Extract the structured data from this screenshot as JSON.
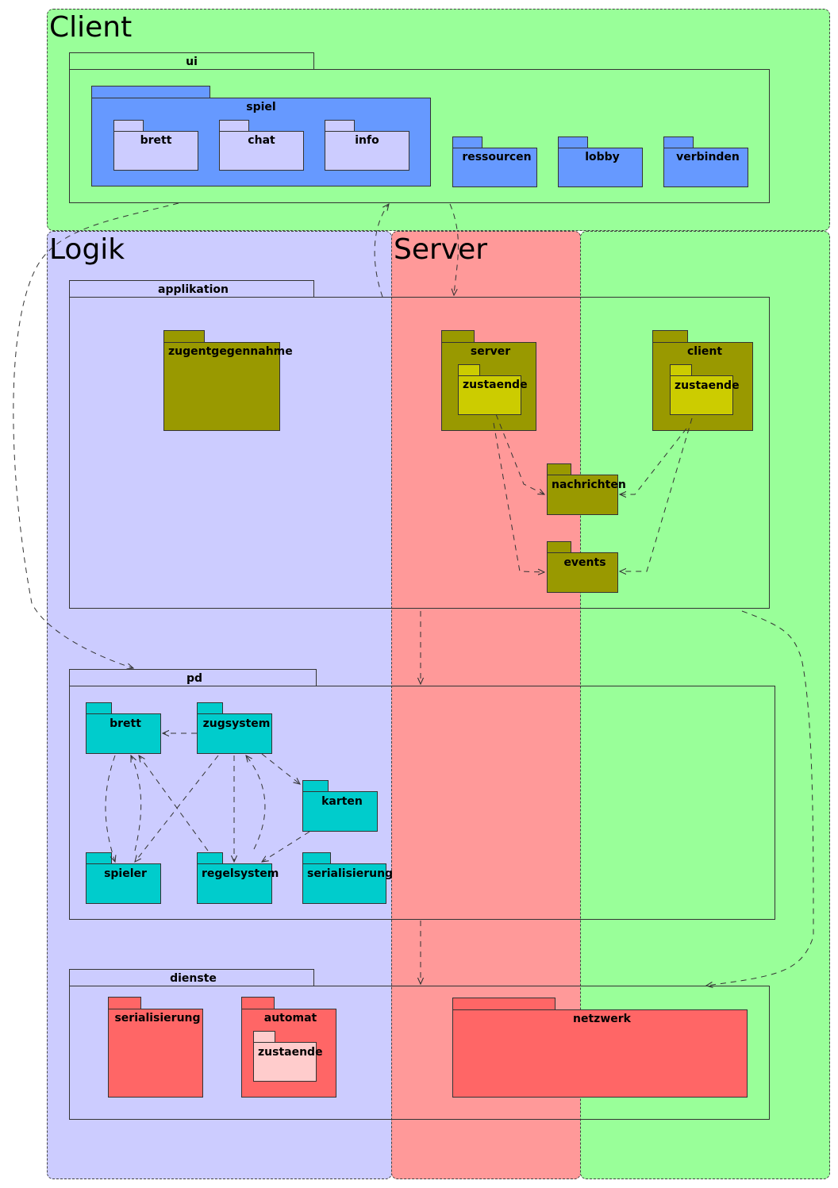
{
  "regions": {
    "client_top": "Client",
    "logik": "Logik",
    "server": "Server"
  },
  "packages": {
    "ui": "ui",
    "spiel": "spiel",
    "brett_ui": "brett",
    "chat": "chat",
    "info": "info",
    "ressourcen": "ressourcen",
    "lobby": "lobby",
    "verbinden": "verbinden",
    "applikation": "applikation",
    "zugentgegennahme": "zugentgegennahme",
    "server": "server",
    "server_zustaende": "zustaende",
    "client": "client",
    "client_zustaende": "zustaende",
    "nachrichten": "nachrichten",
    "events": "events",
    "pd": "pd",
    "brett_pd": "brett",
    "zugsystem": "zugsystem",
    "karten": "karten",
    "spieler": "spieler",
    "regelsystem": "regelsystem",
    "serialisierung_pd": "serialisierung",
    "dienste": "dienste",
    "serialisierung_dienste": "serialisierung",
    "automat": "automat",
    "automat_zustaende": "zustaende",
    "netzwerk": "netzwerk"
  },
  "colors": {
    "client_region": "#99ff99",
    "logik_region": "#ccccff",
    "server_region": "#ff9999",
    "ui_blue": "#6699ff",
    "ui_light": "#ccccff",
    "app_olive": "#999900",
    "app_yellow": "#cccc00",
    "pd_cyan": "#00cccc",
    "dienste_red": "#ff6666",
    "dienste_pink": "#ffcccc"
  }
}
